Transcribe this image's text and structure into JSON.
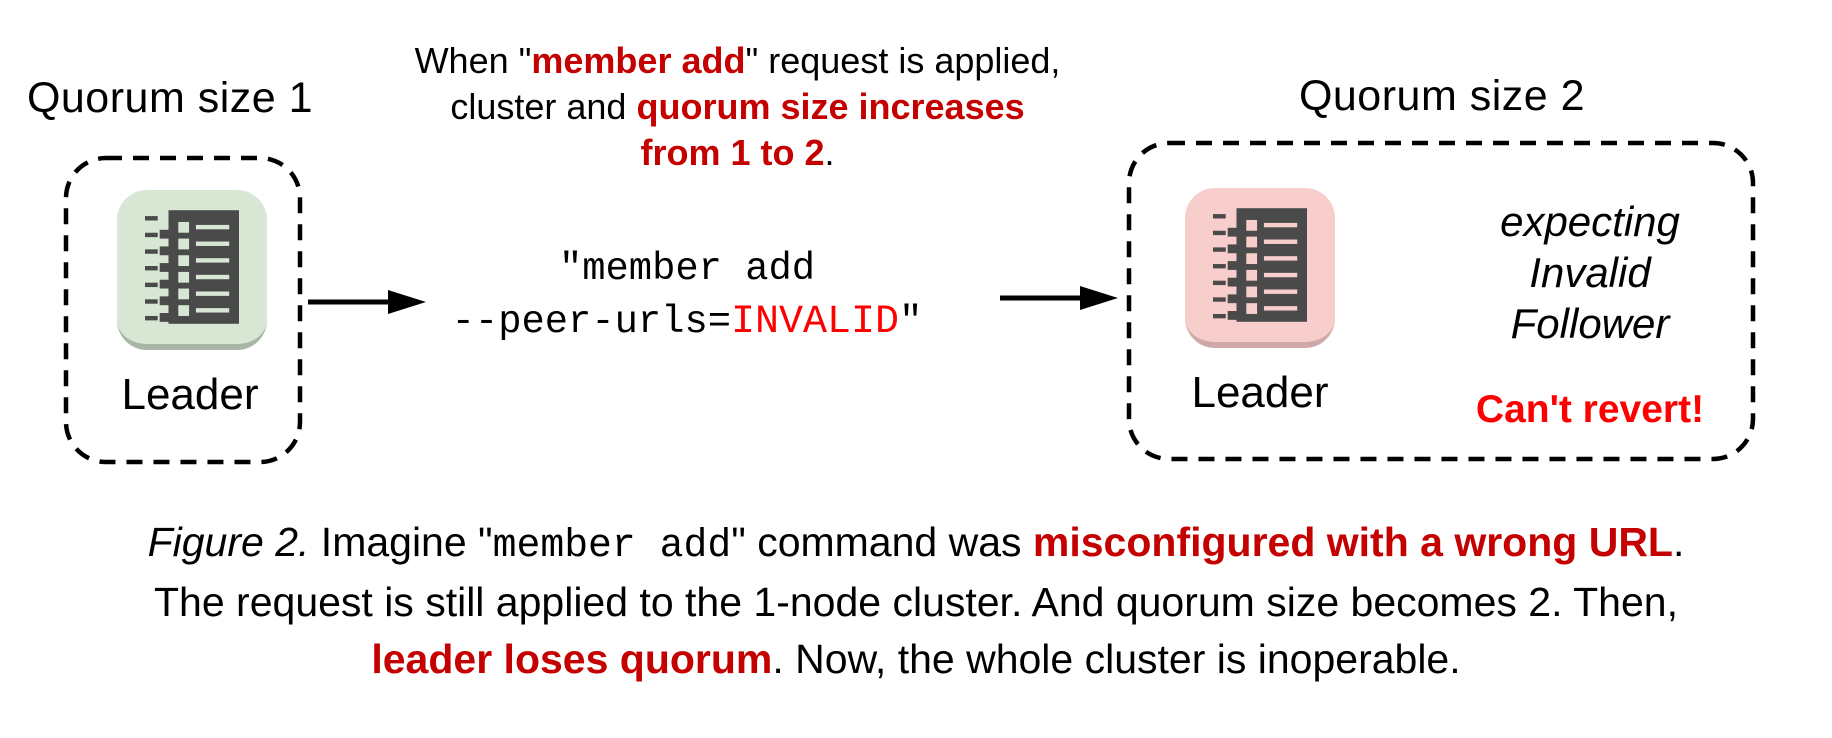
{
  "colors": {
    "dark_red": "#c40000",
    "bright_red": "#ff0000",
    "green_fill": "#d7e7d4",
    "green_edge": "#a9b6a7",
    "pink_fill": "#f8cecc",
    "pink_edge": "#cfa9a7",
    "icon_dark": "#4a4a4a"
  },
  "left_cluster": {
    "title": "Quorum size 1",
    "node_label": "Leader",
    "node_icon": "etcd-server-icon"
  },
  "right_cluster": {
    "title": "Quorum size 2",
    "node_label": "Leader",
    "node_icon": "etcd-server-icon",
    "expecting_lines": [
      "expecting",
      "Invalid",
      "Follower"
    ],
    "warning": "Can't revert!"
  },
  "annotation": {
    "lines": [
      [
        {
          "text": "When \"",
          "style": "plain"
        },
        {
          "text": "member add",
          "style": "redbold"
        },
        {
          "text": "\" request is applied,",
          "style": "plain"
        }
      ],
      [
        {
          "text": "cluster and ",
          "style": "plain"
        },
        {
          "text": "quorum size increases",
          "style": "redbold"
        }
      ],
      [
        {
          "text": "from 1 to 2",
          "style": "redbold"
        },
        {
          "text": ".",
          "style": "plain"
        }
      ]
    ]
  },
  "command": {
    "lines": [
      [
        {
          "text": "\"member add",
          "style": "mono"
        }
      ],
      [
        {
          "text": "--peer-urls=",
          "style": "mono"
        },
        {
          "text": "INVALID",
          "style": "monored"
        },
        {
          "text": "\"",
          "style": "mono"
        }
      ]
    ]
  },
  "caption": {
    "lines": [
      [
        {
          "text": "Figure 2.",
          "style": "italic"
        },
        {
          "text": " Imagine \"",
          "style": "plain"
        },
        {
          "text": "member add",
          "style": "mono"
        },
        {
          "text": "\" command was ",
          "style": "plain"
        },
        {
          "text": "misconfigured with a wrong URL",
          "style": "redbold"
        },
        {
          "text": ".",
          "style": "plain"
        }
      ],
      [
        {
          "text": "The request is still applied to the 1-node cluster. And quorum size becomes 2. Then,",
          "style": "plain"
        }
      ],
      [
        {
          "text": "leader loses quorum",
          "style": "redbold"
        },
        {
          "text": ". Now, the whole cluster is inoperable.",
          "style": "plain"
        }
      ]
    ]
  }
}
